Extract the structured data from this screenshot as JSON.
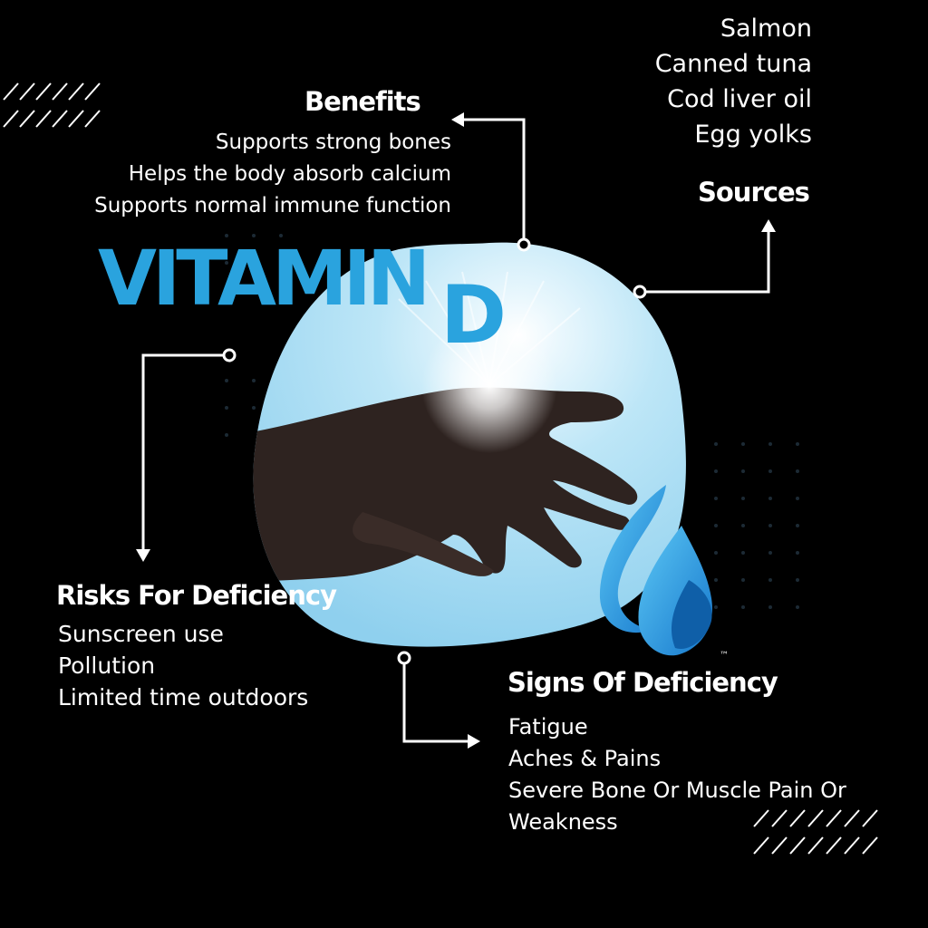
{
  "title": {
    "main": "VITAMIN",
    "letter": "D"
  },
  "benefits": {
    "heading": "Benefits",
    "items": [
      "Supports strong bones",
      "Helps the body absorb calcium",
      "Supports normal immune function"
    ]
  },
  "sources": {
    "heading": "Sources",
    "items": [
      "Salmon",
      "Canned tuna",
      "Cod liver oil",
      "Egg yolks"
    ]
  },
  "risks": {
    "heading": "Risks For Deficiency",
    "items": [
      "Sunscreen use",
      "Pollution",
      "Limited time outdoors"
    ]
  },
  "signs": {
    "heading": "Signs Of Deficiency",
    "items": [
      "Fatigue",
      "Aches & Pains",
      "Severe Bone Or Muscle Pain Or",
      "Weakness"
    ]
  },
  "logo": {
    "trademark": "™"
  },
  "colors": {
    "accent": "#2aa3de",
    "background": "#000000",
    "sky": "#a9dcf2",
    "text": "#ffffff"
  },
  "icons": [
    "sun-hand-photo",
    "water-drop-logo",
    "slash-pattern",
    "connector-arrow"
  ]
}
